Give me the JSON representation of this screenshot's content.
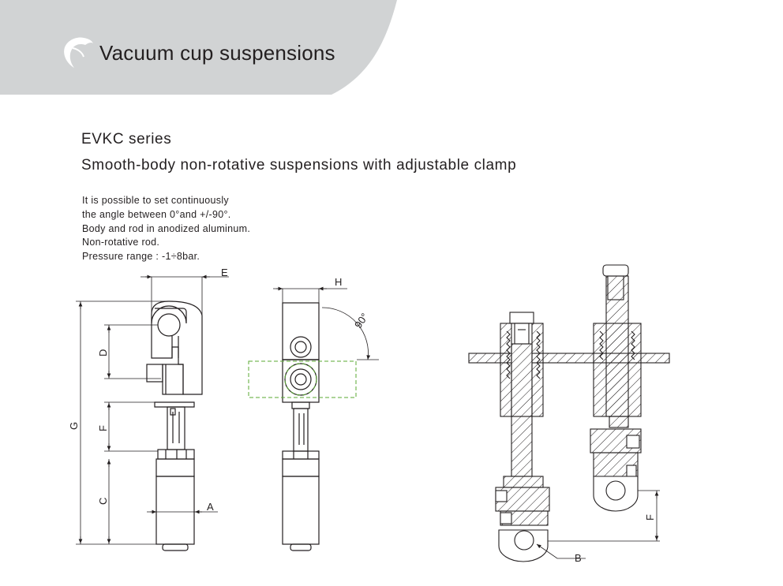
{
  "header": {
    "title": "Vacuum cup suspensions",
    "logo_icon": "dolphin-logo-icon",
    "band_color": "#d1d3d4"
  },
  "series": {
    "title": "EVKC series",
    "subtitle": "Smooth-body non-rotative suspensions with adjustable clamp"
  },
  "description": [
    "It is possible to set continuously",
    "the angle between 0°and +/-90°.",
    "Body and rod in anodized aluminum.",
    "Non-rotative rod.",
    "Pressure range  : -1÷8bar."
  ],
  "drawing_labels": {
    "E": "E",
    "D": "D",
    "G": "G",
    "F": "F",
    "C": "C",
    "A": "A",
    "H": "H",
    "angle": "90°",
    "B": "B",
    "F2": "F"
  },
  "colors": {
    "line": "#231f20",
    "dashed_green": "#5aa832"
  }
}
